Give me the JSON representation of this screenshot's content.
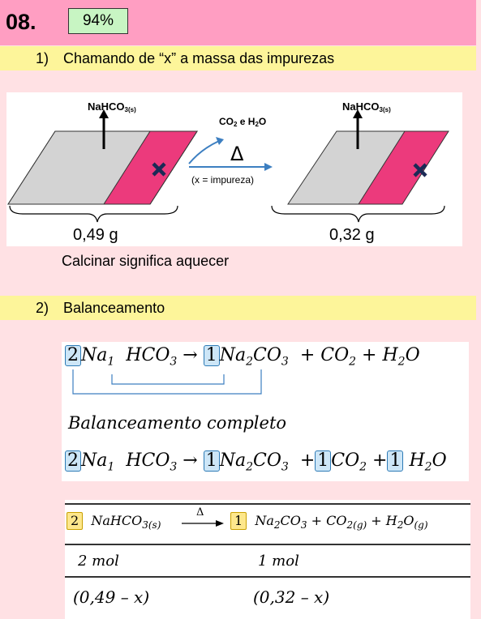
{
  "header": {
    "number": "08.",
    "percent": "94%"
  },
  "step1": {
    "num": "1)",
    "title": "Chamando de “x” a massa das impurezas",
    "diagram": {
      "left_label": "NaHCO",
      "left_sub": "3(s)",
      "right_label": "NaHCO",
      "right_sub": "3(s)",
      "gas_prefix": "CO",
      "gas_sub": "2",
      "gas_suffix": " e H",
      "gas_sub2": "2",
      "gas_end": "O",
      "delta": "Δ",
      "impurity_note": "(x = impureza)",
      "left_mass": "0,49 g",
      "right_mass": "0,32 g",
      "colors": {
        "gray": "#d3d3d3",
        "pink": "#ec3a7c",
        "arrow": "#3d7fc1"
      }
    },
    "note": "Calcinar significa aquecer"
  },
  "step2": {
    "num": "2)",
    "title": "Balanceamento",
    "eq1": {
      "coef1": "2",
      "na": "Na",
      "na_sub": "1",
      "hco": "HCO",
      "hco_sub": "3",
      "arrow": "→",
      "coef2": "1",
      "na2": "Na",
      "na2_sub": "2",
      "co": "CO",
      "co_sub": "3",
      "plus1": "+",
      "co2": "CO",
      "co2_sub": "2",
      "plus2": "+",
      "h2o_h": "H",
      "h2o_sub": "2",
      "h2o_o": "O"
    },
    "complete_label": "Balanceamento completo",
    "eq2": {
      "coef1": "2",
      "na": "Na",
      "na_sub": "1",
      "hco": "HCO",
      "hco_sub": "3",
      "arrow": "→",
      "coef2": "1",
      "na2": "Na",
      "na2_sub": "2",
      "co": "CO",
      "co_sub": "3",
      "plus1": "+",
      "coef3": "1",
      "co2": "CO",
      "co2_sub": "2",
      "plus2": "+",
      "coef4": "1",
      "h2o_h": "H",
      "h2o_sub": "2",
      "h2o_o": "O"
    },
    "table": {
      "coef1": "2",
      "reactant": "NaHCO",
      "reactant_sub": "3(s)",
      "delta": "Δ",
      "coef2": "1",
      "prod1": "Na",
      "prod1_sub": "2",
      "prod1b": "CO",
      "prod1b_sub": "3",
      "plus1": "+",
      "prod2": "CO",
      "prod2_sub": "2(g)",
      "plus2": "+",
      "prod3": "H",
      "prod3_sub": "2",
      "prod3b": "O",
      "prod3b_sub": "(g)",
      "row1_left": "2 mol",
      "row1_right": "1 mol",
      "row2_left": "(0,49 – x)",
      "row2_right": "(0,32 – x)"
    }
  }
}
